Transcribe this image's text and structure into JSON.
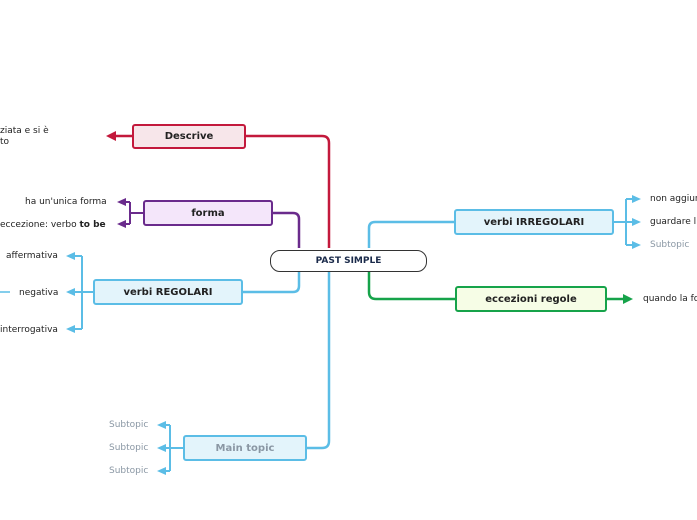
{
  "central": "PAST SIMPLE",
  "branches": {
    "descrive": {
      "label": "Descrive",
      "color": "#c3193c",
      "children": [
        "ziata e si è",
        "to"
      ]
    },
    "forma": {
      "label": "forma",
      "color": "#6a2b8c",
      "children": [
        "ha un'unica forma",
        "eccezione: verbo",
        "to be"
      ]
    },
    "verbi_regolari": {
      "label": "verbi REGOLARI",
      "color": "#5bbde6",
      "children": [
        "affermativa",
        "negativa",
        "interrogativa"
      ]
    },
    "main_topic": {
      "label": "Main topic",
      "color": "#5bbde6",
      "children": [
        "Subtopic",
        "Subtopic",
        "Subtopic"
      ]
    },
    "verbi_irregolari": {
      "label": "verbi IRREGOLARI",
      "color": "#5bbde6",
      "children": [
        "non aggiun",
        "guardare l",
        "Subtopic"
      ]
    },
    "eccezioni": {
      "label": "eccezioni regole",
      "color": "#16a34a",
      "children": [
        "quando la fo"
      ]
    }
  }
}
